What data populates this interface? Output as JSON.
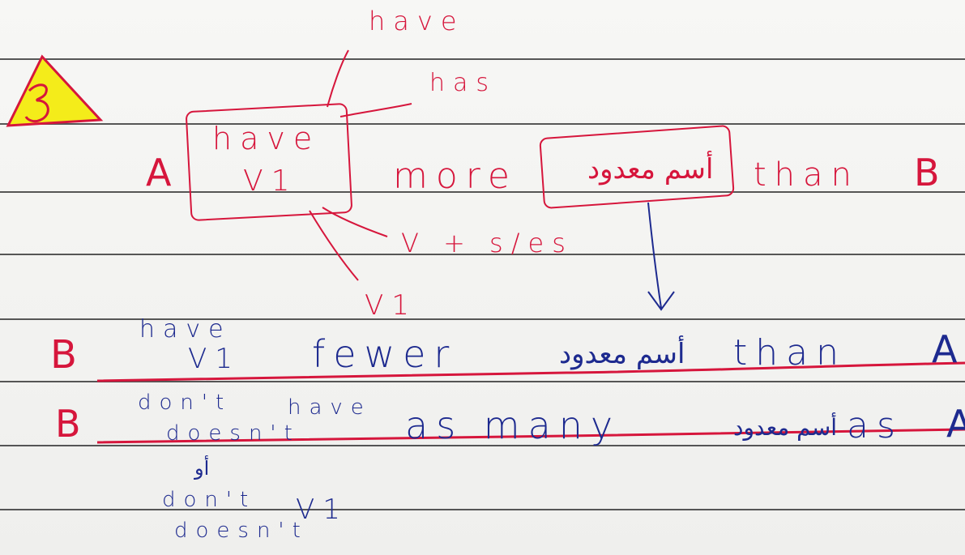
{
  "rule_1": {
    "note_have": "have",
    "note_has": "has",
    "subject_a": "A",
    "verb_have": "have",
    "verb_v1": "V1",
    "word_more": "more",
    "arabic_noun": "أسم معدود",
    "word_than": "than",
    "object_b": "B",
    "note_v_plus": "V + s/es",
    "note_v1": "V1"
  },
  "rule_2": {
    "subject_b": "B",
    "verb_have": "have",
    "verb_v1": "V1",
    "word_fewer": "fewer",
    "arabic_noun": "أسم معدود",
    "word_than": "than",
    "object_a": "A"
  },
  "rule_3": {
    "subject_b": "B",
    "neg_dont": "don't",
    "neg_doesnt": "doesn't",
    "note_have": "have",
    "phrase_as_many": "as many",
    "arabic_noun": "أسم معدود",
    "word_as": "as",
    "object_a": "A",
    "arabic_or": "أو",
    "neg_dont_2": "don't",
    "neg_doesnt_2": "doesn't",
    "verb_v1": "V1"
  },
  "colors": {
    "ink_red": "#d6163c",
    "ink_blue": "#1d2a8f",
    "triangle_yellow": "#f4ec1a"
  }
}
